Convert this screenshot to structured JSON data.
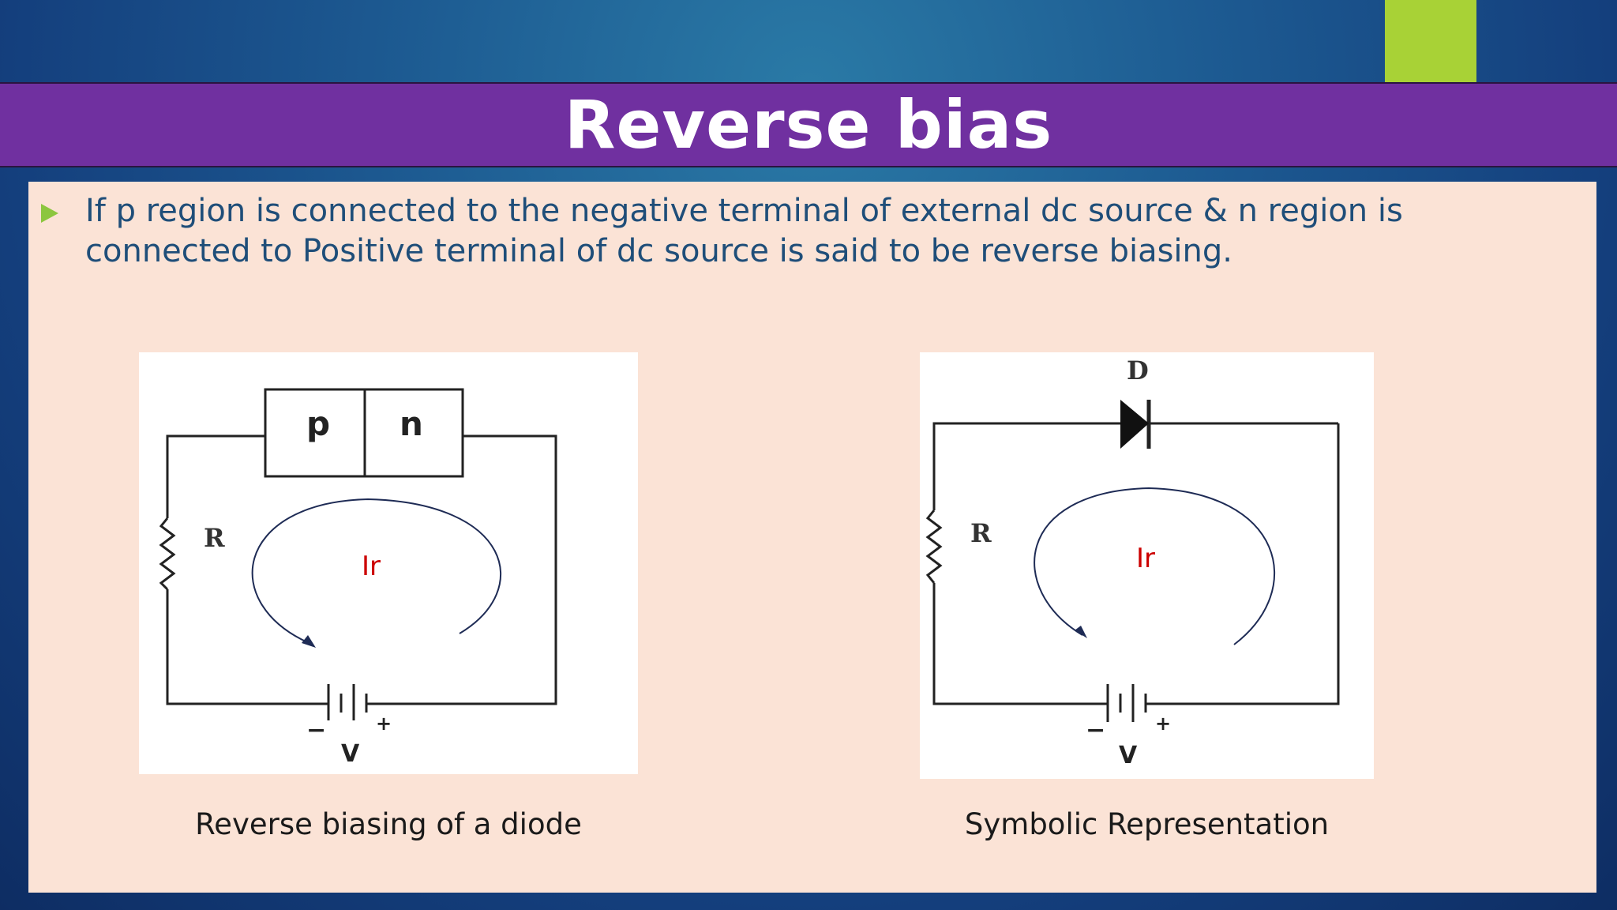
{
  "slide": {
    "title": "Reverse bias",
    "bullet": "If p region is connected  to the negative terminal of external dc source & n region is connected to Positive terminal of dc source is said to be reverse biasing."
  },
  "left_diagram": {
    "p_label": "p",
    "n_label": "n",
    "resistor_label": "R",
    "current_label": "Ir",
    "minus_label": "−",
    "plus_label": "+",
    "voltage_label": "V",
    "caption": "Reverse biasing of a diode"
  },
  "right_diagram": {
    "diode_label": "D",
    "resistor_label": "R",
    "current_label": "Ir",
    "minus_label": "−",
    "plus_label": "+",
    "voltage_label": "V",
    "caption": "Symbolic Representation"
  },
  "colors": {
    "title_bar": "#7030a0",
    "accent": "#a8d236",
    "content_bg": "#fbe3d6",
    "current_label": "#cc0000",
    "bullet_text": "#1f4e79"
  }
}
